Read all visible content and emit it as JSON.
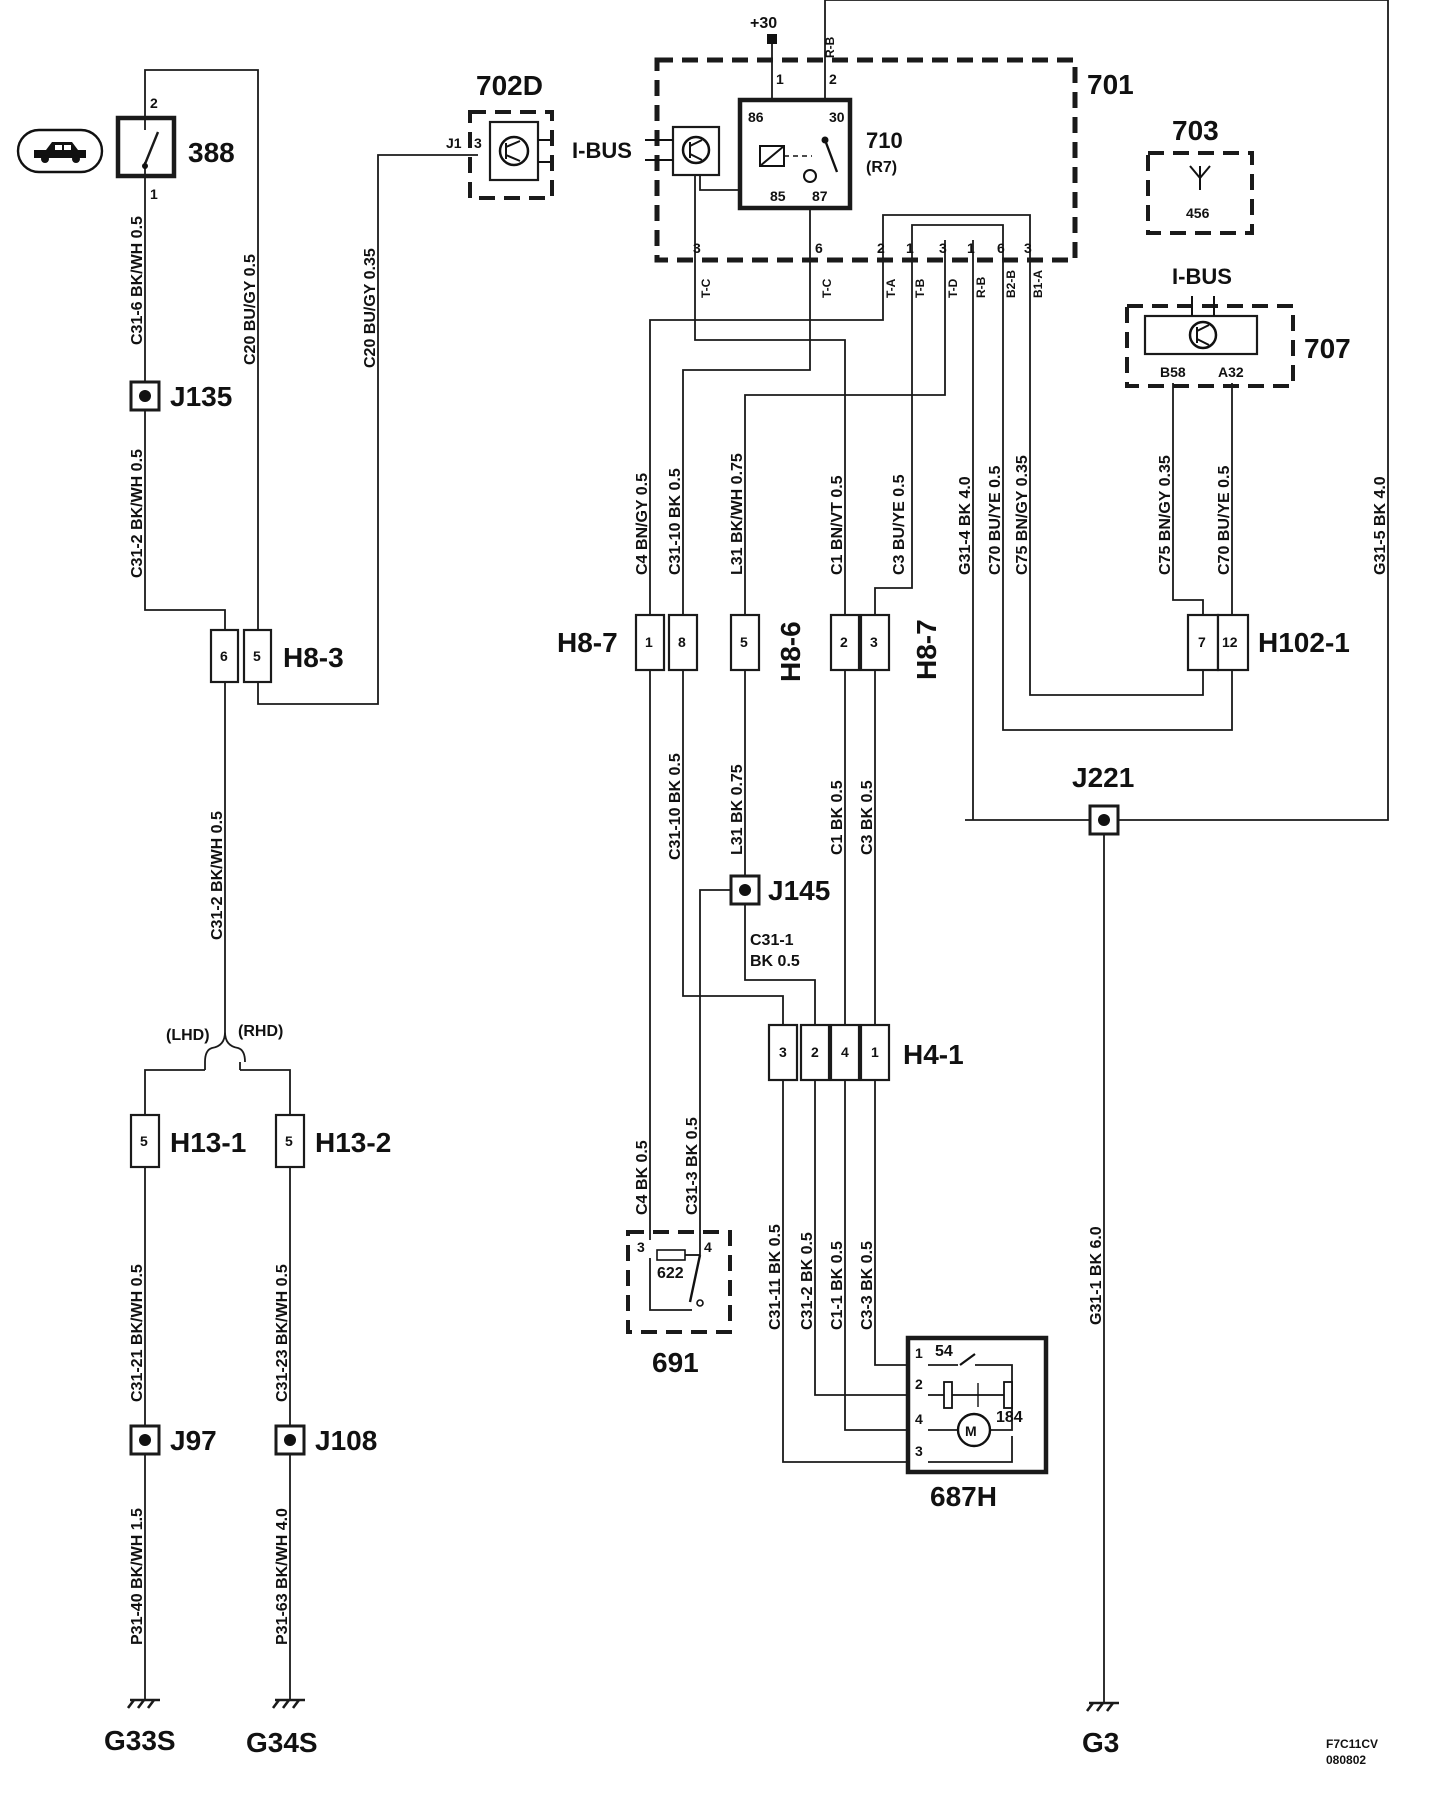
{
  "components": {
    "c388": "388",
    "c702d": "702D",
    "c701": "701",
    "c703": "703",
    "c710": "710",
    "c710sub": "(R7)",
    "c707": "707",
    "c691": "691",
    "c622": "622",
    "c687h": "687H",
    "c54": "54",
    "c184": "184",
    "c456": "456",
    "motor": "M",
    "ibus1": "I-BUS",
    "ibus2": "I-BUS",
    "plus30": "+30"
  },
  "connectors": {
    "h83": "H8-3",
    "h87a": "H8-7",
    "h86": "H8-6",
    "h87b": "H8-7",
    "h1021": "H102-1",
    "h41": "H4-1",
    "h131": "H13-1",
    "h132": "H13-2",
    "lhd": "(LHD)",
    "rhd": "(RHD)"
  },
  "splices": {
    "j135": "J135",
    "j145": "J145",
    "j221": "J221",
    "j97": "J97",
    "j108": "J108"
  },
  "grounds": {
    "g33s": "G33S",
    "g34s": "G34S",
    "g3": "G3"
  },
  "pins": {
    "p388_2": "2",
    "p388_1": "1",
    "j1": "J1",
    "j1pin": "3",
    "p701_1": "1",
    "p701_2": "2",
    "p86": "86",
    "p30": "30",
    "p85": "85",
    "p87": "87",
    "p701_3": "3",
    "p701_6": "6",
    "p701_2b": "2",
    "p701_1b": "1",
    "p701_3b": "3",
    "p701_1c": "1",
    "p701_6b": "6",
    "p701_3c": "3",
    "b58": "B58",
    "a32": "A32",
    "h83_6": "6",
    "h83_5": "5",
    "h87_1": "1",
    "h87_8": "8",
    "h86_5": "5",
    "h87_2": "2",
    "h87_3": "3",
    "h102_7": "7",
    "h102_12": "12",
    "h41_3": "3",
    "h41_2": "2",
    "h41_4": "4",
    "h41_1": "1",
    "h131_5": "5",
    "h132_5": "5",
    "p691_3": "3",
    "p691_4": "4",
    "p687_1": "1",
    "p687_2": "2",
    "p687_4": "4",
    "p687_3": "3"
  },
  "pin_signals": {
    "tc1": "T-C",
    "tc2": "T-C",
    "ta": "T-A",
    "tb": "T-B",
    "td": "T-D",
    "rb": "R-B",
    "b2b": "B2-B",
    "b1a": "B1-A",
    "rbtop": "R-B"
  },
  "wires": {
    "w1": "C31-6 BK/WH 0.5",
    "w2": "C20 BU/GY 0.5",
    "w3": "C31-2 BK/WH 0.5",
    "w4": "C20 BU/GY 0.35",
    "w5": "C31-2 BK/WH 0.5",
    "w6": "C4 BN/GY 0.5",
    "w7": "C31-10 BK 0.5",
    "w8": "L31 BK/WH 0.75",
    "w9": "C1 BN/VT 0.5",
    "w10": "C3 BU/YE 0.5",
    "w11": "G31-4 BK 4.0",
    "w12": "C70 BU/YE 0.5",
    "w13": "C75 BN/GY 0.35",
    "w14": "C75 BN/GY 0.35",
    "w15": "C70 BU/YE 0.5",
    "w16": "G31-5 BK 4.0",
    "w17": "C31-10 BK 0.5",
    "w18": "L31 BK 0.75",
    "w19": "C1 BK 0.5",
    "w20": "C3 BK 0.5",
    "w21a": "C31-1",
    "w21b": "BK 0.5",
    "w22": "C4 BK 0.5",
    "w23": "C31-3 BK 0.5",
    "w24": "C31-11 BK 0.5",
    "w25": "C31-2 BK 0.5",
    "w26": "C1-1 BK 0.5",
    "w27": "C3-3 BK 0.5",
    "w28": "G31-1 BK 6.0",
    "w29": "C31-21 BK/WH 0.5",
    "w30": "C31-23 BK/WH 0.5",
    "w31": "P31-40 BK/WH 1.5",
    "w32": "P31-63 BK/WH 4.0"
  },
  "footer": {
    "code": "F7C11CV",
    "date": "080802"
  }
}
